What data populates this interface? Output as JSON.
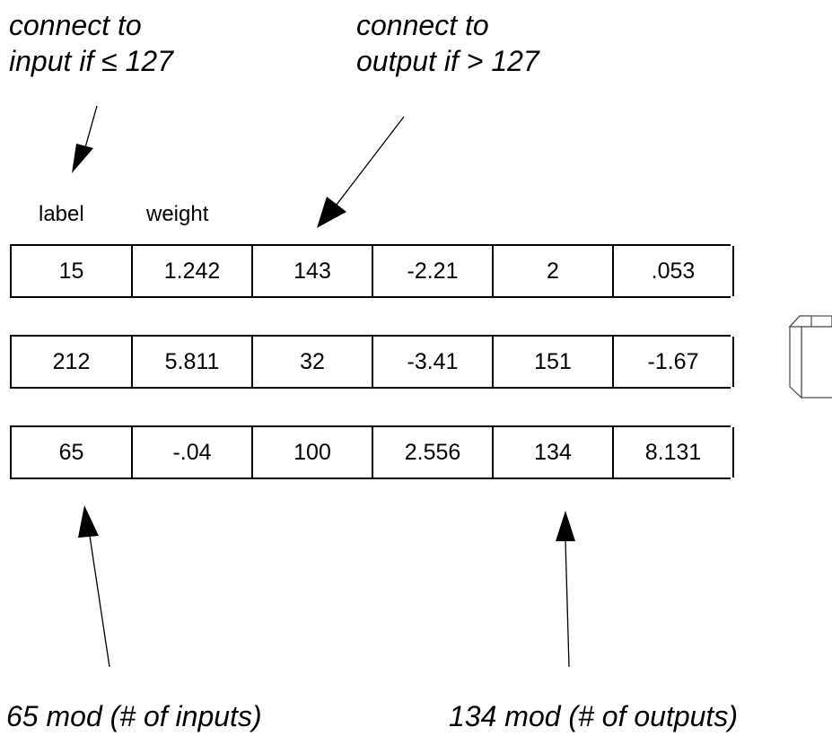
{
  "callouts": {
    "top_left": {
      "line1": "connect to",
      "line2": "input if ≤ 127"
    },
    "top_middle": {
      "line1": "connect to",
      "line2": "output if > 127"
    },
    "bottom_left": "65 mod (# of inputs)",
    "bottom_right": "134 mod (# of outputs)"
  },
  "headers": {
    "label": "label",
    "weight": "weight"
  },
  "rows": [
    [
      "15",
      "1.242",
      "143",
      "-2.21",
      "2",
      ".053"
    ],
    [
      "212",
      "5.811",
      "32",
      "-3.41",
      "151",
      "-1.67"
    ],
    [
      "65",
      "-.04",
      "100",
      "2.556",
      "134",
      "8.131"
    ]
  ]
}
